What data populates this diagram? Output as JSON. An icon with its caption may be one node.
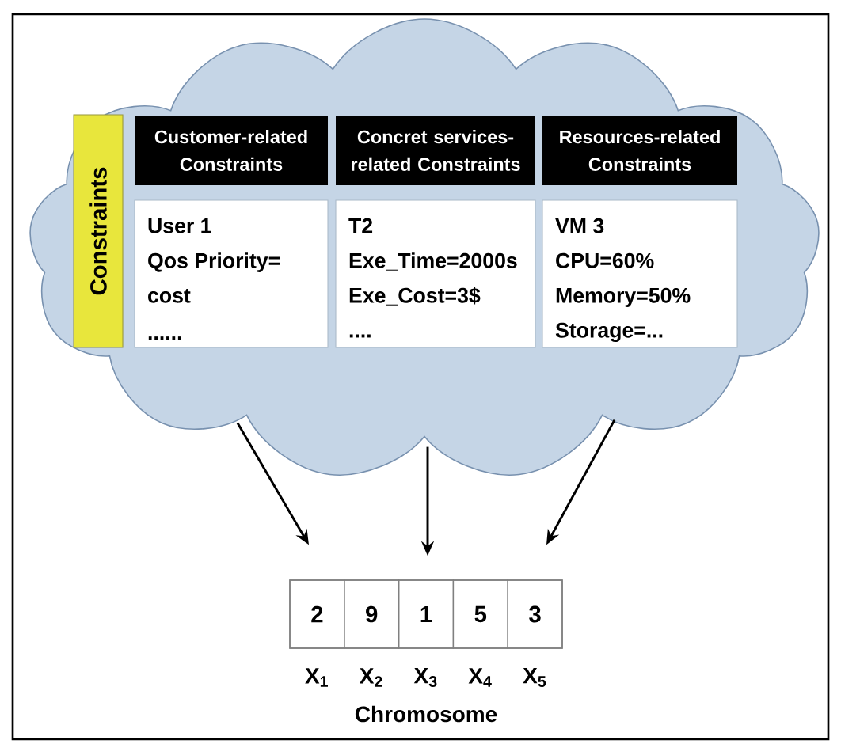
{
  "diagram": {
    "nodes": [
      {
        "text": [],
        "shape": "cloud"
      },
      {
        "text": [
          "Constraints"
        ],
        "in": 0
      },
      {
        "text": [
          "Customer-related Constraints"
        ],
        "in": 0
      },
      {
        "text": [
          "Concret services-related Constraints"
        ],
        "in": 0
      },
      {
        "text": [
          "Resources-related Constraints"
        ],
        "in": 0
      },
      {
        "text": [
          "User 1",
          "Qos Priority= cost",
          "......"
        ],
        "in": 0
      },
      {
        "text": [
          "T2",
          "Exe_Time=2000s",
          "Exe_Cost=3$",
          "...."
        ],
        "in": 0
      },
      {
        "text": [
          "VM 3",
          "CPU=60%",
          "Memory=50%",
          "Storage=..."
        ],
        "in": 0
      },
      {
        "text": [],
        "shape": "box",
        "beside": [
          "Chromosome"
        ]
      },
      {
        "text": [
          "2"
        ],
        "in": 8,
        "beside": [
          "X$_{1}$"
        ]
      },
      {
        "text": [
          "9"
        ],
        "in": 8,
        "beside": [
          "X$_{2}$"
        ]
      },
      {
        "text": [
          "1"
        ],
        "in": 8,
        "beside": [
          "X$_{3}$"
        ]
      },
      {
        "text": [
          "5"
        ],
        "in": 8,
        "beside": [
          "X$_{4}$"
        ]
      },
      {
        "text": [
          "3"
        ],
        "in": 8,
        "beside": [
          "X$_{5}$"
        ]
      }
    ],
    "edges": [
      {
        "from": 0,
        "to": 9,
        "arrow": "to"
      },
      {
        "from": 0,
        "to": 11,
        "arrow": "to"
      },
      {
        "from": 0,
        "to": 13,
        "arrow": "to"
      }
    ]
  }
}
